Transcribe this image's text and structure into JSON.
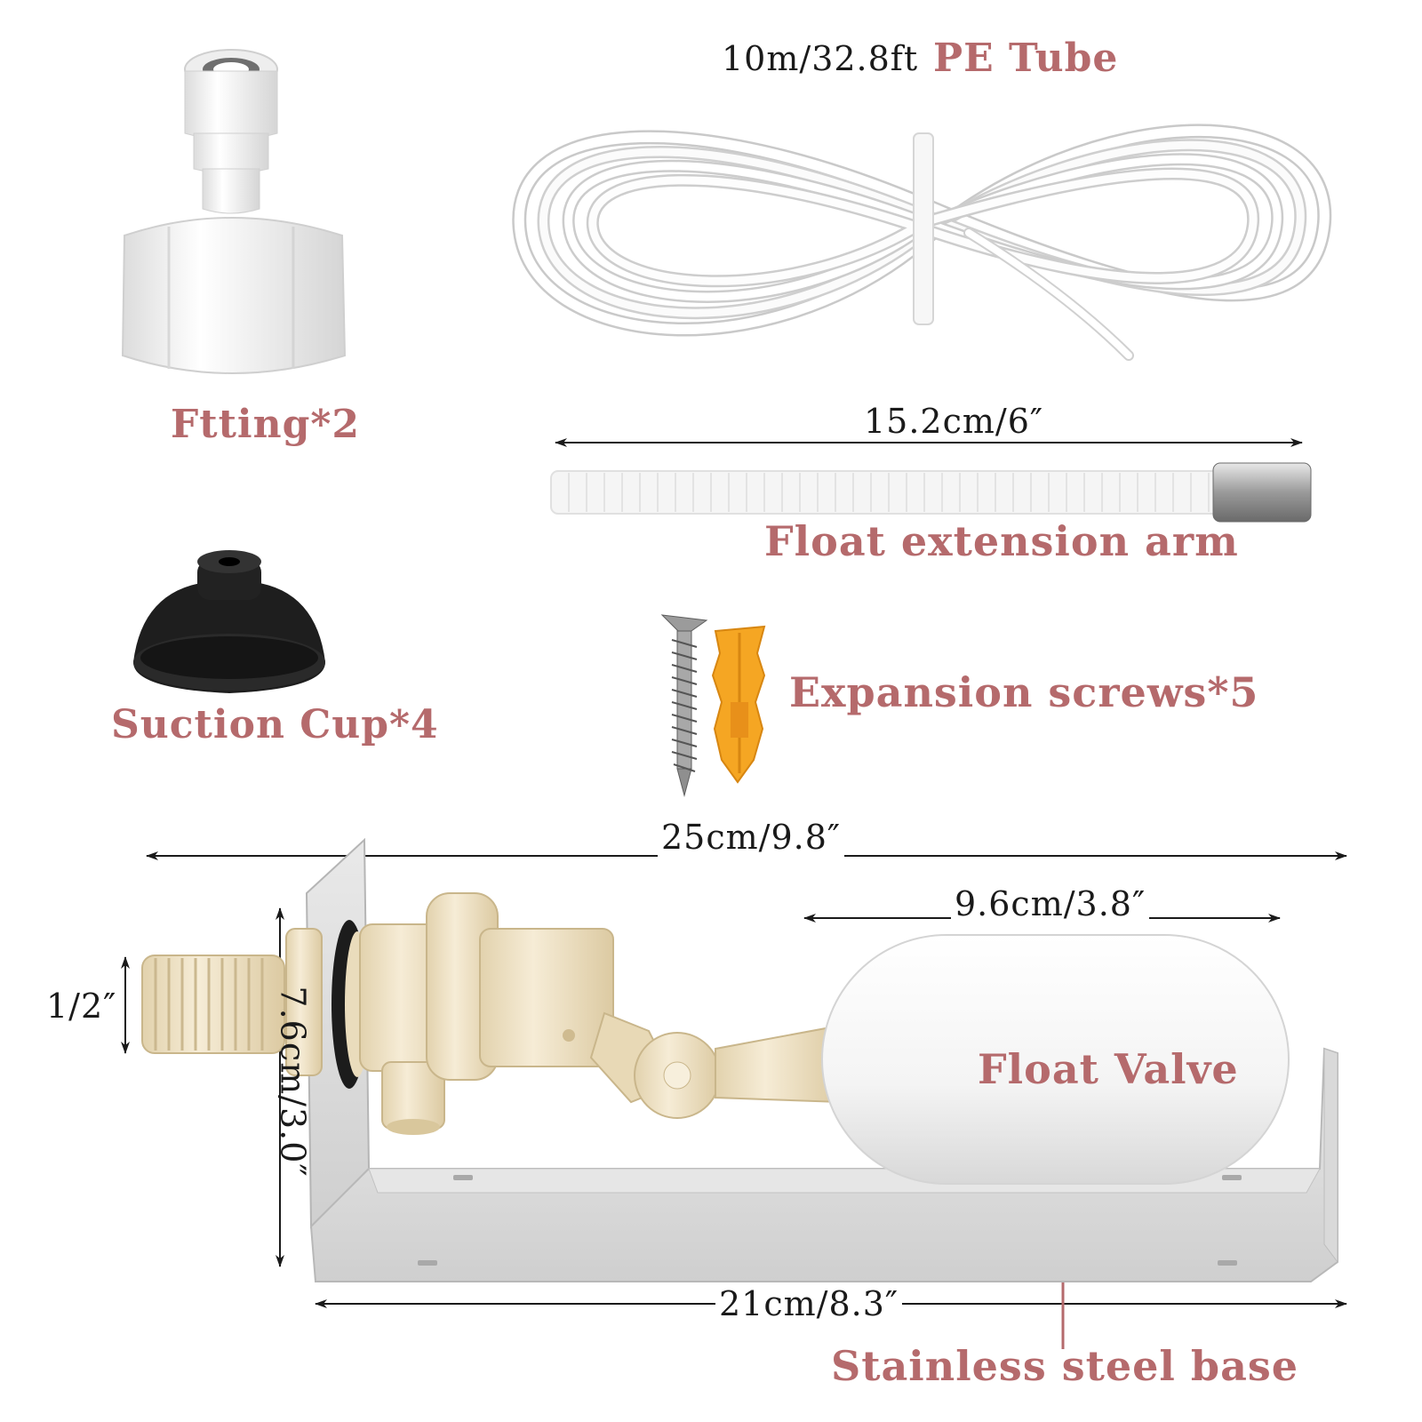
{
  "labels": {
    "tube_length": "10m/32.8ft",
    "tube_name": "PE Tube",
    "fitting": "Ftting*2",
    "arm_length": "15.2cm/6″",
    "arm_name": "Float extension arm",
    "suction": "Suction Cup*4",
    "screws": "Expansion screws*5",
    "total_length": "25cm/9.8″",
    "float_length": "9.6cm/3.8″",
    "thread": "1/2″",
    "height": "7.6cm/3.0″",
    "float_valve": "Float Valve",
    "base_length": "21cm/8.3″",
    "base_name": "Stainless steel base"
  },
  "colors": {
    "label": "#b56a6c",
    "dimension_text": "#1a1a1a",
    "white_plastic": "#f2f2f2",
    "beige_plastic": "#ede0c4",
    "steel": "#dcdcdc",
    "suction_black": "#1c1c1c",
    "anchor_orange": "#f5a623"
  }
}
